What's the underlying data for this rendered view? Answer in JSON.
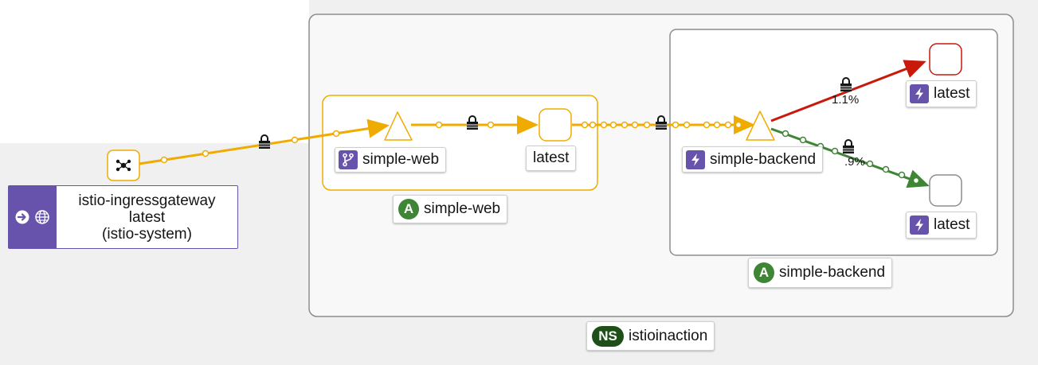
{
  "namespace": {
    "badge": "NS",
    "name": "istioinaction",
    "badge_color": "#3e8635"
  },
  "apps": [
    {
      "badge": "A",
      "name": "simple-web",
      "badge_color": "#3e8635"
    },
    {
      "badge": "A",
      "name": "simple-backend",
      "badge_color": "#3e8635"
    }
  ],
  "nodes": {
    "ingress": {
      "name": "istio-ingressgateway",
      "version": "latest",
      "namespace": "(istio-system)",
      "icons": [
        "arrow-circle-right-icon",
        "globe-icon"
      ]
    },
    "simple_web_service": {
      "name": "simple-web",
      "icon": "code-branch-icon"
    },
    "simple_web_workload": {
      "version": "latest"
    },
    "simple_backend_service": {
      "name": "simple-backend",
      "icon": "bolt-icon"
    },
    "backend_workload_error": {
      "version": "latest",
      "icon": "bolt-icon"
    },
    "backend_workload_ok": {
      "version": "latest",
      "icon": "bolt-icon"
    }
  },
  "edges": {
    "backend_error_pct": "1.1%",
    "backend_ok_pct": ".9%"
  },
  "colors": {
    "healthy_traffic": "#f0ab00",
    "error_traffic": "#c9190b",
    "success_traffic": "#3e8635",
    "badge_purple": "#6753ac"
  }
}
